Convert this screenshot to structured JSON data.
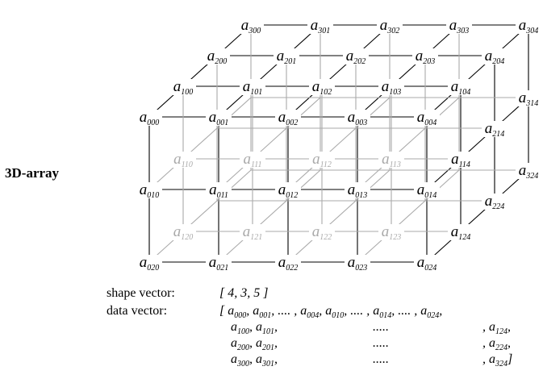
{
  "side_label": "3D-array",
  "shape_label": "shape vector:",
  "shape_value": "[ 4, 3, 5 ]",
  "data_label": "data vector:",
  "line_color": "#000000",
  "faded_color": "#aaaaaa",
  "cube_nodes": {
    "front": [
      [
        "000",
        "001",
        "002",
        "003",
        "004"
      ],
      [
        "010",
        "011",
        "012",
        "013",
        "014"
      ],
      [
        "020",
        "021",
        "022",
        "023",
        "024"
      ]
    ],
    "right_top": [
      "104",
      "204",
      "304"
    ],
    "right_mid": [
      "114",
      "214",
      "314"
    ],
    "right_bottom": [
      "124",
      "224",
      "324"
    ],
    "top": [
      [
        "100",
        "101",
        "102",
        "103"
      ],
      [
        "200",
        "201",
        "202",
        "203"
      ],
      [
        "300",
        "301",
        "302",
        "303"
      ]
    ],
    "hidden": [
      [
        "110",
        "111",
        "112",
        "113"
      ],
      [
        "120",
        "121",
        "122",
        "123"
      ]
    ]
  },
  "data_rows": [
    [
      {
        "s": "[ "
      },
      {
        "a": "000"
      },
      {
        "s": ", "
      },
      {
        "a": "001"
      },
      {
        "s": ", .... , "
      },
      {
        "a": "004"
      },
      {
        "s": ", "
      },
      {
        "a": "010"
      },
      {
        "s": ", .... , "
      },
      {
        "a": "014"
      },
      {
        "s": ", .... , "
      },
      {
        "a": "024"
      },
      {
        "s": ","
      }
    ],
    [
      {
        "a": "100"
      },
      {
        "s": ", "
      },
      {
        "a": "101"
      },
      {
        "s": ","
      },
      {
        "s": ".....",
        "col": 2
      },
      {
        "s": ", ",
        "col": 3
      },
      {
        "a": "124",
        "col": 3
      },
      {
        "s": ",",
        "col": 3
      }
    ],
    [
      {
        "a": "200"
      },
      {
        "s": ", "
      },
      {
        "a": "201"
      },
      {
        "s": ","
      },
      {
        "s": ".....",
        "col": 2
      },
      {
        "s": ", ",
        "col": 3
      },
      {
        "a": "224",
        "col": 3
      },
      {
        "s": ",",
        "col": 3
      }
    ],
    [
      {
        "a": "300"
      },
      {
        "s": ", "
      },
      {
        "a": "301"
      },
      {
        "s": ","
      },
      {
        "s": ".....",
        "col": 2
      },
      {
        "s": ", ",
        "col": 3
      },
      {
        "a": "324",
        "col": 3
      },
      {
        "s": "]",
        "col": 3
      }
    ]
  ]
}
